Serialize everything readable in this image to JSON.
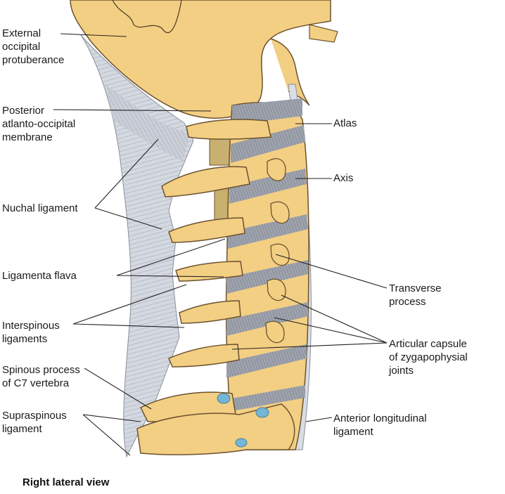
{
  "labels": {
    "external_occipital_protuberance": [
      "External",
      "occipital",
      "protuberance"
    ],
    "posterior_atlanto_occipital_membrane": [
      "Posterior",
      "atlanto-occipital",
      "membrane"
    ],
    "nuchal_ligament": [
      "Nuchal ligament"
    ],
    "ligamenta_flava": [
      "Ligamenta flava"
    ],
    "interspinous_ligaments": [
      "Interspinous",
      "ligaments"
    ],
    "spinous_process_c7": [
      "Spinous process",
      "of C7 vertebra"
    ],
    "supraspinous_ligament": [
      "Supraspinous",
      "ligament"
    ],
    "atlas": [
      "Atlas"
    ],
    "axis": [
      "Axis"
    ],
    "transverse_process": [
      "Transverse",
      "process"
    ],
    "articular_capsule": [
      "Articular capsule",
      "of zygapophysial",
      "joints"
    ],
    "anterior_longitudinal_ligament": [
      "Anterior longitudinal",
      "ligament"
    ]
  },
  "caption": "Right lateral view",
  "colors": {
    "bone": "#f3cf83",
    "bone_outline": "#6b5230",
    "ligament": "#cfd3dc",
    "ligament_dark": "#9aa0ad",
    "disc_band": "#8d929e",
    "foramen": "#74b6d6",
    "leader": "#222222"
  }
}
